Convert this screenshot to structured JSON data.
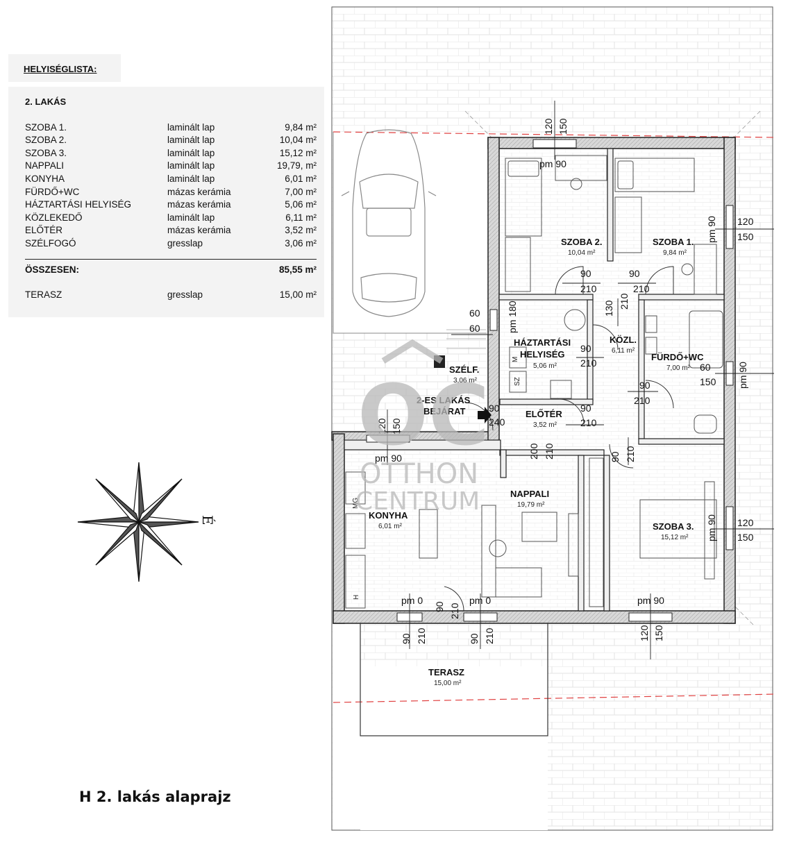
{
  "room_list": {
    "title": "HELYISÉGLISTA:",
    "apartment": "2. LAKÁS",
    "rows": [
      {
        "name": "SZOBA 1.",
        "material": "laminált lap",
        "area": "9,84 m²"
      },
      {
        "name": "SZOBA 2.",
        "material": "laminált lap",
        "area": "10,04 m²"
      },
      {
        "name": "SZOBA 3.",
        "material": "laminált lap",
        "area": "15,12 m²"
      },
      {
        "name": "NAPPALI",
        "material": "laminált lap",
        "area": "19,79, m²"
      },
      {
        "name": "KONYHA",
        "material": "laminált lap",
        "area": "6,01 m²"
      },
      {
        "name": "FÜRDŐ+WC",
        "material": "mázas kerámia",
        "area": "7,00 m²"
      },
      {
        "name": "HÁZTARTÁSI HELYISÉG",
        "material": "mázas kerámia",
        "area": "5,06 m²"
      },
      {
        "name": "KÖZLEKEDŐ",
        "material": "laminált lap",
        "area": "6,11 m²"
      },
      {
        "name": "ELŐTÉR",
        "material": "mázas kerámia",
        "area": "3,52 m²"
      },
      {
        "name": "SZÉLFOGÓ",
        "material": "gresslap",
        "area": "3,06 m²"
      }
    ],
    "total": {
      "label": "ÖSSZESEN:",
      "area": "85,55 m²"
    },
    "terrace": {
      "name": "TERASZ",
      "material": "gresslap",
      "area": "15,00 m²"
    }
  },
  "caption": "H 2. lakás alaprajz",
  "watermark": {
    "logo": "OC",
    "line1": "OTTHON",
    "line2": "CENTRUM"
  },
  "compass": {
    "north_label": "É"
  },
  "rooms": {
    "szoba2": {
      "name": "SZOBA 2.",
      "area": "10,04 m²"
    },
    "szoba1": {
      "name": "SZOBA 1.",
      "area": "9,84 m²"
    },
    "haztartasi": {
      "name1": "HÁZTARTÁSI",
      "name2": "HELYISÉG",
      "area": "5,06 m²"
    },
    "kozl": {
      "name": "KÖZL.",
      "area": "6,11 m²"
    },
    "furdo": {
      "name": "FÜRDŐ+WC",
      "area": "7,00 m²"
    },
    "szelf": {
      "name": "SZÉLF.",
      "area": "3,06 m²"
    },
    "eloter": {
      "name": "ELŐTÉR",
      "area": "3,52 m²"
    },
    "bejarat": {
      "line1": "2-ES LAKÁS",
      "line2": "BEJÁRAT"
    },
    "nappali": {
      "name": "NAPPALI",
      "area": "19,79 m²"
    },
    "konyha": {
      "name": "KONYHA",
      "area": "6,01 m²"
    },
    "szoba3": {
      "name": "SZOBA 3.",
      "area": "15,12 m²"
    },
    "terasz": {
      "name": "TERASZ",
      "area": "15,00 m²"
    }
  },
  "dims": {
    "d120a": "120",
    "d150a": "150",
    "pm90a": "pm 90",
    "d120b": "120",
    "d150b": "150",
    "pm90b": "pm 90",
    "d90a": "90",
    "d210a": "210",
    "d90b": "90",
    "d210b": "210",
    "d130": "130",
    "d210c": "210",
    "d60a": "60",
    "d60b": "60",
    "pm180": "pm 180",
    "d90c": "90",
    "d210d": "210",
    "d60c": "60",
    "d150c": "150",
    "pm90c": "pm 90",
    "d90d": "90",
    "d210e": "210",
    "d90e": "90",
    "d240": "240",
    "d90f": "90",
    "d210f": "210",
    "d120c": "120",
    "d150d": "150",
    "pm90d": "pm 90",
    "d200": "200",
    "d210g": "210",
    "d90g": "90",
    "d210h": "210",
    "d120d": "120",
    "d150e": "150",
    "pm90e": "pm 90",
    "pm0a": "pm 0",
    "d90h": "90",
    "d210i": "210",
    "pm0b": "pm 0",
    "pm90f": "pm 90",
    "d90i": "90",
    "d210j": "210",
    "d90j": "90",
    "d210k": "210",
    "d120e": "120",
    "d150f": "150",
    "mg": "MG",
    "m": "M",
    "sz": "SZ",
    "h": "H"
  }
}
